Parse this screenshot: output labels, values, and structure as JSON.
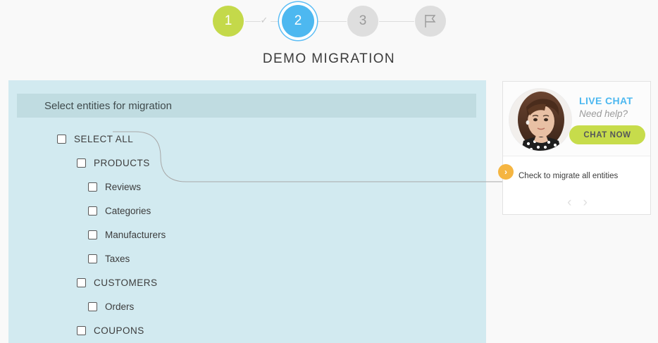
{
  "stepper": {
    "steps": [
      {
        "label": "1",
        "state": "done",
        "icon": ""
      },
      {
        "label": "2",
        "state": "current",
        "icon": ""
      },
      {
        "label": "3",
        "state": "todo",
        "icon": ""
      },
      {
        "label": "",
        "state": "todo",
        "icon": "flag-icon"
      }
    ],
    "check_glyph": "✓",
    "colors": {
      "done": "#c4d94a",
      "current": "#4db8f0",
      "todo": "#dedede"
    }
  },
  "page": {
    "title": "DEMO MIGRATION"
  },
  "entities": {
    "header": "Select entities for migration",
    "items": [
      {
        "label": "SELECT ALL",
        "level": 0,
        "checked": false,
        "caps": true
      },
      {
        "label": "PRODUCTS",
        "level": 1,
        "checked": false,
        "caps": true
      },
      {
        "label": "Reviews",
        "level": 2,
        "checked": false,
        "caps": false
      },
      {
        "label": "Categories",
        "level": 2,
        "checked": false,
        "caps": false
      },
      {
        "label": "Manufacturers",
        "level": 2,
        "checked": false,
        "caps": false
      },
      {
        "label": "Taxes",
        "level": 2,
        "checked": false,
        "caps": false
      },
      {
        "label": "CUSTOMERS",
        "level": 1,
        "checked": false,
        "caps": true
      },
      {
        "label": "Orders",
        "level": 2,
        "checked": false,
        "caps": false
      },
      {
        "label": "COUPONS",
        "level": 1,
        "checked": false,
        "caps": true
      }
    ],
    "panel_color": "#d2eaf0",
    "header_color": "#c0dce1"
  },
  "chat": {
    "live_chat_label": "LIVE CHAT",
    "need_help_label": "Need help?",
    "chat_now_label": "CHAT NOW",
    "accent_color": "#4db8f0",
    "button_color": "#c7dc4b"
  },
  "tooltip": {
    "text": "Check to migrate all entities",
    "bullet_glyph": "›",
    "bullet_color": "#f5b541",
    "prev_glyph": "‹",
    "next_glyph": "›"
  }
}
